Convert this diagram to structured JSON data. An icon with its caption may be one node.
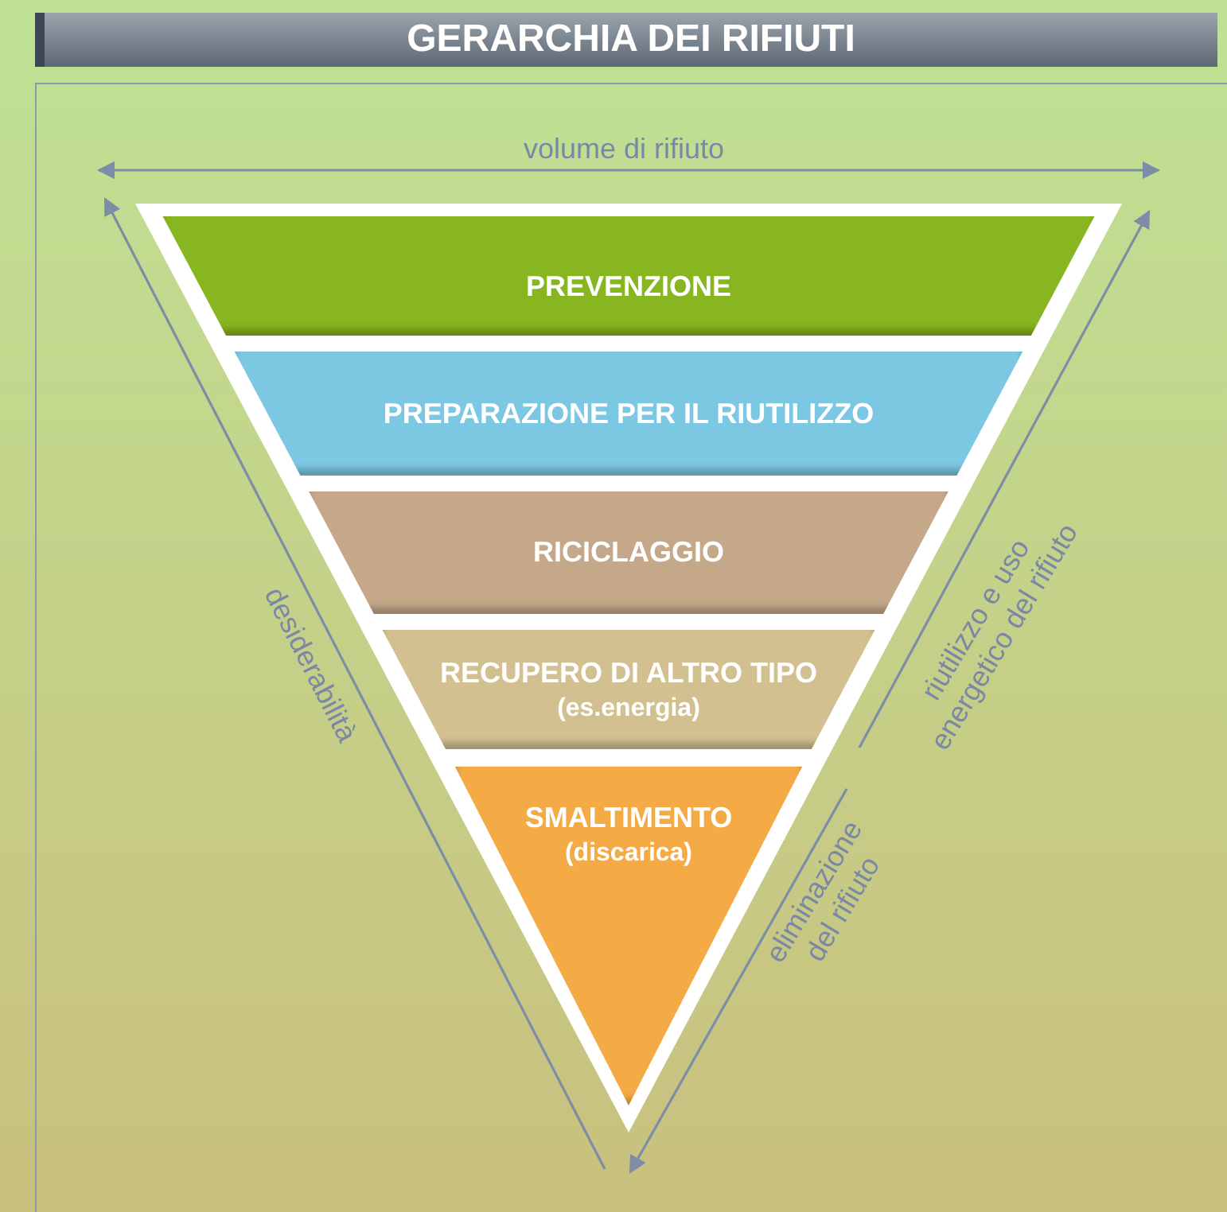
{
  "diagram": {
    "title": "GERARCHIA DEI RIFIUTI",
    "nodes": [
      {
        "text": [
          "PREVENZIONE"
        ]
      },
      {
        "text": [
          "PREPARAZIONE PER IL RIUTILIZZO"
        ]
      },
      {
        "text": [
          "RICICLAGGIO"
        ]
      },
      {
        "text": [
          "RECUPERO DI ALTRO TIPO",
          "(es.energia)"
        ]
      },
      {
        "text": [
          "SMALTIMENTO",
          "(discarica)"
        ]
      }
    ],
    "labels": [
      "volume di rifiuto",
      "desiderabilità",
      "riutilizzo e uso energetico del rifiuto",
      "eliminazione del rifiuto"
    ]
  }
}
